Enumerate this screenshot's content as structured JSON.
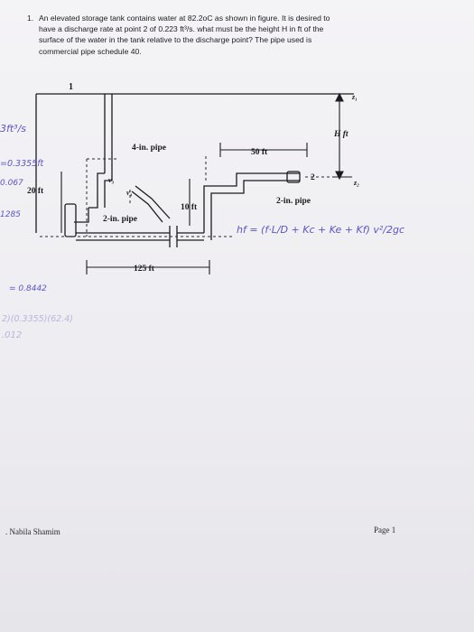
{
  "problem": {
    "number": "1.",
    "lines": [
      "An elevated storage tank contains water at 82.2oC as shown in figure. It is desired to",
      "have a discharge rate at point 2 of 0.223 ft³/s. what must be the height H in ft of the",
      "surface of the water in the tank relative to the discharge point? The pipe used is",
      "commercial pipe schedule 40."
    ]
  },
  "figure": {
    "point_1": "1",
    "z1": "z₁",
    "z2": "z₂",
    "H": "H ft",
    "pipe_4in": "4-in. pipe",
    "len_50": "50 ft",
    "point_2": "2",
    "v3": "v₃",
    "v4": "v₄",
    "len_20": "20 ft",
    "pipe_2in_a": "2-in. pipe",
    "pipe_2in_b": "2-in. pipe",
    "len_10": "10 ft",
    "len_125": "125 ft"
  },
  "handwriting": {
    "flow": "3ft³/s",
    "d": "=0.3355ft",
    "m1": "0.067",
    "m2": "1285",
    "frac": "= 0.8442",
    "calc1": "2)(0.3355)(62.4)",
    "calc2": ".012",
    "hf": "hf = (f·L/D + Kc + Ke + Kf) v²/2gc"
  },
  "footer": {
    "name": ". Nabila Shamim",
    "page": "Page 1"
  }
}
